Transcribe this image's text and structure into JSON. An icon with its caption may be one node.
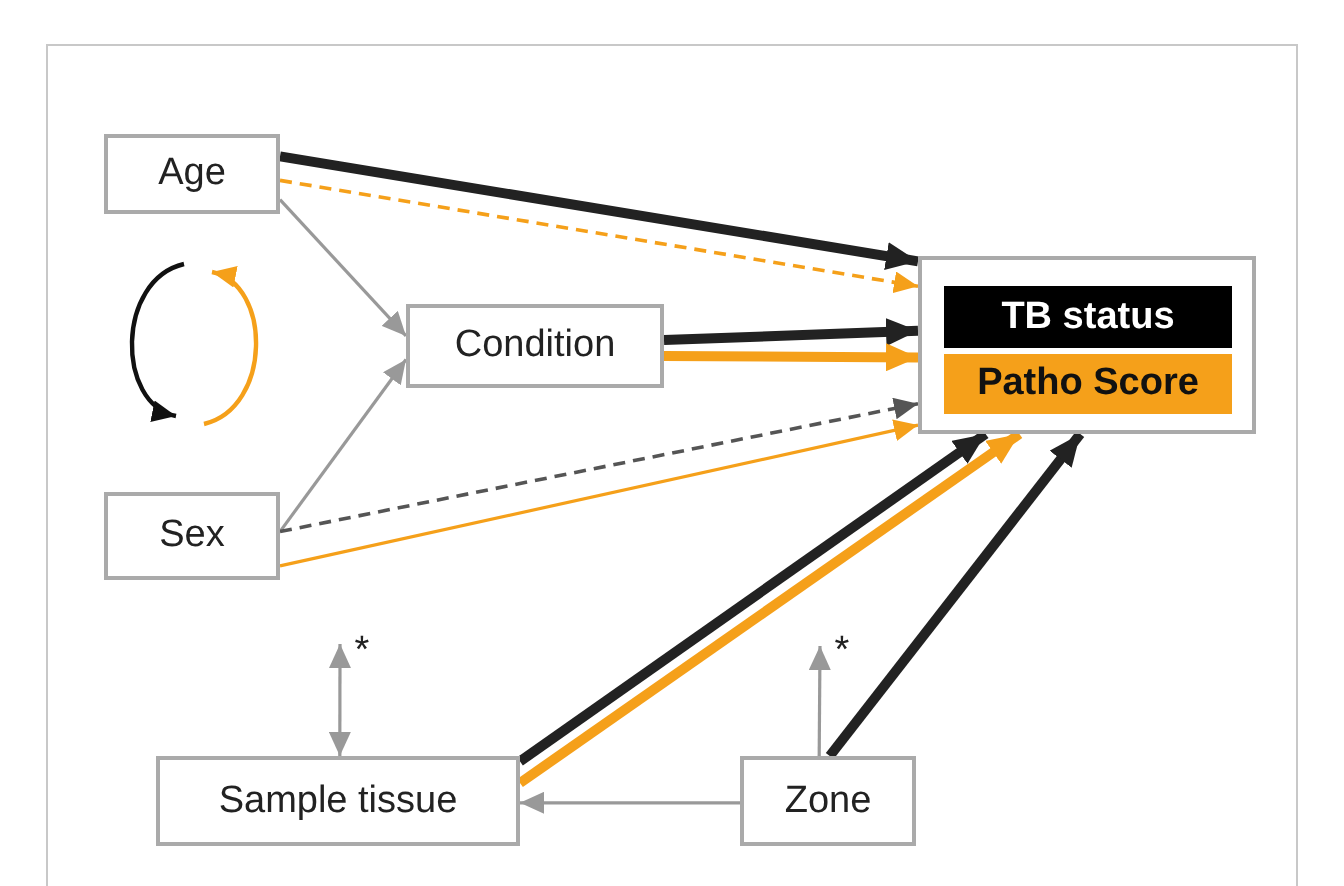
{
  "diagram": {
    "nodes": [
      {
        "text": [
          "Age"
        ]
      },
      {
        "text": [
          "Condition"
        ]
      },
      {
        "text": [
          "Sex"
        ]
      },
      {
        "text": [],
        "shape": "box"
      },
      {
        "text": [
          "TB status"
        ],
        "in": 3
      },
      {
        "text": [
          "Patho Score"
        ],
        "in": 3
      },
      {
        "text": [
          "Sample tissue"
        ]
      },
      {
        "text": [
          "Zone"
        ]
      },
      {
        "text": [
          "*"
        ]
      },
      {
        "text": [
          "*"
        ]
      }
    ],
    "edges": [
      {
        "from": 0,
        "to": 1,
        "arrow": "to",
        "color": "#999999"
      },
      {
        "from": 2,
        "to": 1,
        "arrow": "to",
        "color": "#999999"
      },
      {
        "from": 0,
        "to": 3,
        "arrow": "to",
        "style": "thick",
        "color": "#222222"
      },
      {
        "from": 0,
        "to": 3,
        "arrow": "to",
        "style": "dashed",
        "color": "#f5a01a"
      },
      {
        "from": 1,
        "to": 3,
        "arrow": "to",
        "style": "thick",
        "color": "#222222"
      },
      {
        "from": 1,
        "to": 3,
        "arrow": "to",
        "style": "thick",
        "color": "#f5a01a"
      },
      {
        "from": 2,
        "to": 3,
        "arrow": "to",
        "style": "dashed",
        "color": "#555555"
      },
      {
        "from": 2,
        "to": 3,
        "arrow": "to",
        "color": "#f5a01a"
      },
      {
        "from": 6,
        "to": 3,
        "arrow": "to",
        "style": "thick",
        "color": "#222222"
      },
      {
        "from": 6,
        "to": 3,
        "arrow": "to",
        "style": "thick",
        "color": "#f5a01a"
      },
      {
        "from": 7,
        "to": 3,
        "arrow": "to",
        "style": "thick",
        "color": "#222222"
      },
      {
        "from": 7,
        "to": 6,
        "arrow": "to",
        "color": "#999999"
      },
      {
        "from": 8,
        "to": 6,
        "arrow": "both",
        "color": "#999999"
      },
      {
        "from": 7,
        "to": 9,
        "arrow": "to",
        "color": "#999999"
      }
    ]
  }
}
